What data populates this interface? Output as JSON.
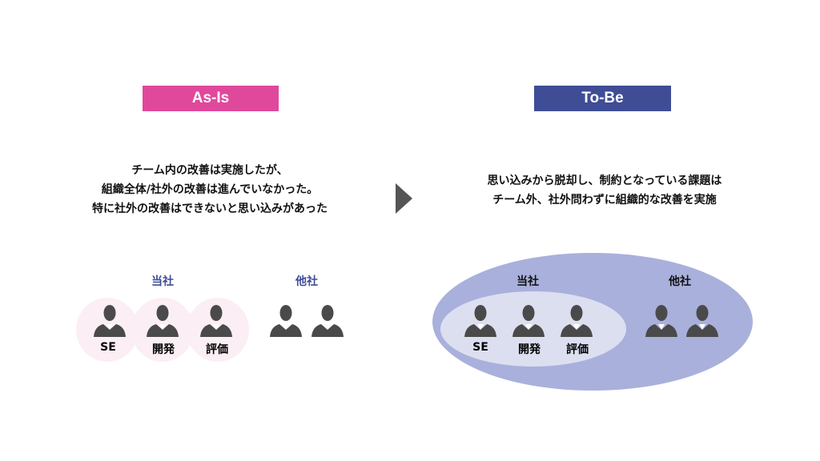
{
  "as_is": {
    "tag": "As-Is",
    "tag_color": "#e0489c",
    "lines": [
      "チーム内の改善は実施したが、",
      "組織全体/社外の改善は進んでいなかった。",
      "特に社外の改善はできないと思い込みがあった"
    ],
    "own_company": "当社",
    "other_company": "他社",
    "roles": [
      "SE",
      "開発",
      "評価"
    ]
  },
  "to_be": {
    "tag": "To-Be",
    "tag_color": "#3f4d96",
    "lines": [
      "思い込みから脱却し、制約となっている課題は",
      "チーム外、社外問わずに組織的な改善を実施"
    ],
    "own_company": "当社",
    "other_company": "他社",
    "roles": [
      "SE",
      "開発",
      "評価"
    ]
  }
}
